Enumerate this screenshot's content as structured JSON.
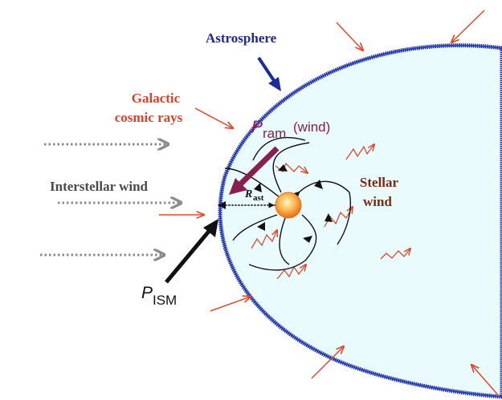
{
  "labels": {
    "astrosphere": "Astrosphere",
    "galactic_line1": "Galactic",
    "galactic_line2": "cosmic rays",
    "interstellar_wind": "Interstellar wind",
    "stellar_line1": "Stellar",
    "stellar_line2": "wind",
    "p_ram_symbol": "P",
    "p_ram_sub": "ram",
    "p_ram_suffix": "(wind)",
    "p_ism_symbol": "P",
    "p_ism_sub": "ISM",
    "r_ast_symbol": "R",
    "r_ast_sub": "ast"
  },
  "colors": {
    "astrosphere_fill": "#e9fbfd",
    "astrosphere_edge": "#1a2b9c",
    "astrosphere_label": "#1f2a8f",
    "cosmic_ray": "#e0482e",
    "galactic_label": "#d5432a",
    "interstellar_label": "#4a4a4a",
    "interstellar_arrow": "#8c8c8c",
    "stellar_label": "#7a2a10",
    "p_ram": "#8a1f4f",
    "p_ism": "#111111",
    "star_core": "#ffcf6a",
    "star_edge": "#e3731b"
  }
}
